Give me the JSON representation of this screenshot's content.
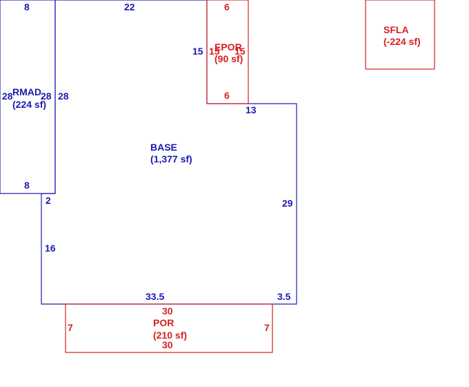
{
  "colors": {
    "base": "#1a1ab0",
    "addition": "#d42020"
  },
  "areas": {
    "base": {
      "name": "BASE",
      "area": "(1,377 sf)"
    },
    "rmad": {
      "name": "RMAD",
      "area": "(224 sf)"
    },
    "epor": {
      "name": "EPOR",
      "area": "(90 sf)"
    },
    "por": {
      "name": "POR",
      "area": "(210 sf)"
    },
    "sfla": {
      "name": "SFLA",
      "area": "(-224 sf)"
    }
  },
  "dimensions": {
    "rmad_top": "8",
    "rmad_left": "28",
    "rmad_inner_left": "28",
    "rmad_right": "28",
    "rmad_bottom": "8",
    "base_top": "22",
    "epor_left_outside": "15",
    "epor_left_inside": "15",
    "epor_right": "15",
    "epor_top": "6",
    "epor_bottom": "6",
    "base_step": "13",
    "base_right": "29",
    "base_left_step": "2",
    "base_left": "16",
    "base_bottom": "33.5",
    "base_bottom_right": "3.5",
    "por_top": "30",
    "por_bottom": "30",
    "por_left": "7",
    "por_right": "7"
  }
}
